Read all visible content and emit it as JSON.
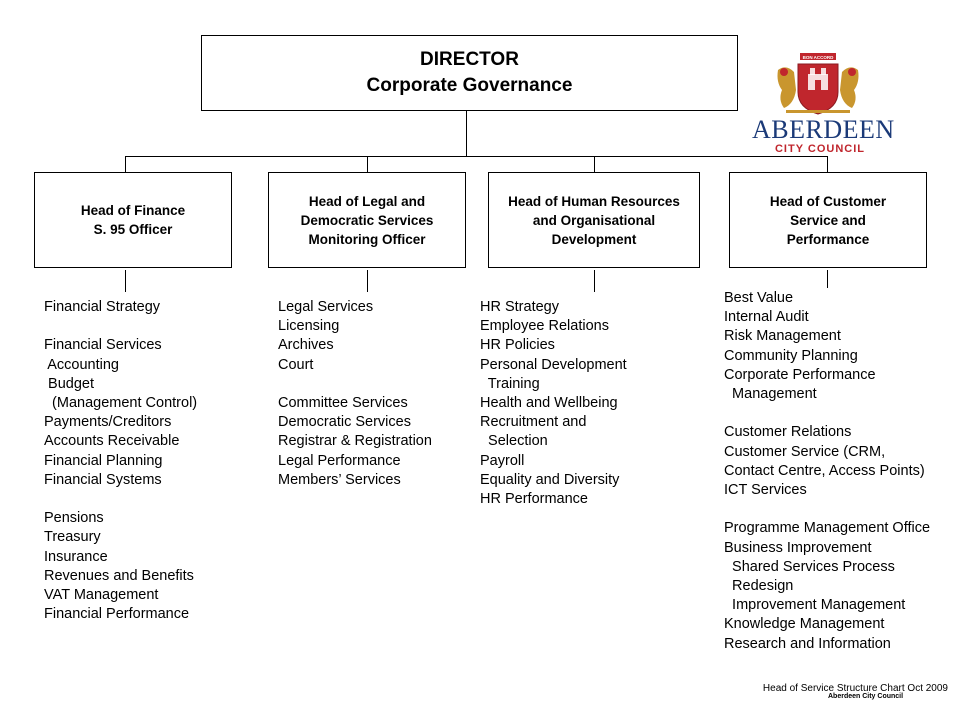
{
  "director": {
    "line1": "DIRECTOR",
    "line2": "Corporate Governance"
  },
  "heads": [
    {
      "lines": [
        "Head of Finance",
        "S. 95 Officer"
      ]
    },
    {
      "lines": [
        "Head of Legal and",
        "Democratic Services",
        "Monitoring Officer"
      ]
    },
    {
      "lines": [
        "Head of Human Resources",
        "and Organisational",
        "Development"
      ]
    },
    {
      "lines": [
        "Head of Customer",
        "Service and",
        "Performance"
      ]
    }
  ],
  "columns": [
    {
      "items": [
        "Financial Strategy",
        "",
        "Financial Services",
        " Accounting",
        " Budget",
        "  (Management Control)",
        "Payments/Creditors",
        "Accounts Receivable",
        "Financial Planning",
        "Financial Systems",
        "",
        "Pensions",
        "Treasury",
        "Insurance",
        "Revenues and Benefits",
        "VAT Management",
        "Financial Performance"
      ]
    },
    {
      "items": [
        "Legal Services",
        "Licensing",
        "Archives",
        "Court",
        "",
        "Committee Services",
        "Democratic Services",
        "Registrar & Registration",
        "Legal Performance",
        "Members’ Services"
      ]
    },
    {
      "items": [
        "HR Strategy",
        "Employee Relations",
        "HR Policies",
        "Personal Development",
        "  Training",
        "Health and Wellbeing",
        "Recruitment and",
        "  Selection",
        "Payroll",
        "Equality and Diversity",
        "HR Performance"
      ]
    },
    {
      "items": [
        "Best Value",
        "Internal Audit",
        "Risk Management",
        "Community Planning",
        "Corporate Performance",
        "  Management",
        "",
        "Customer Relations",
        "Customer Service (CRM,",
        "Contact Centre, Access Points)",
        "ICT Services",
        "",
        "Programme Management Office",
        "Business Improvement",
        "  Shared Services Process",
        "  Redesign",
        "  Improvement Management",
        "Knowledge Management",
        "Research and Information"
      ]
    }
  ],
  "logo": {
    "name": "ABERDEEN",
    "sub": "CITY COUNCIL",
    "banner": "BON ACCORD"
  },
  "footer": {
    "caption": "Head of Service Structure Chart Oct 2009",
    "org": "Aberdeen City Council"
  },
  "colors": {
    "logo_blue": "#1b3a78",
    "logo_red": "#c0262d",
    "logo_gold": "#c9962e"
  }
}
